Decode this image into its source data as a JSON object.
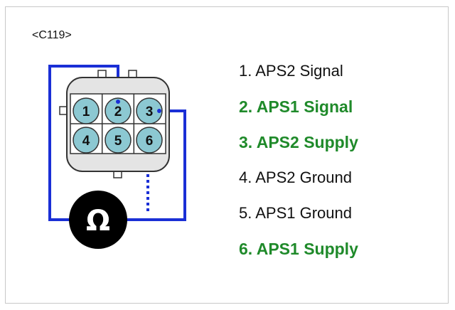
{
  "connector": {
    "label": "<C119>"
  },
  "meter": {
    "symbol": "Ω",
    "icon": "ohmmeter-icon"
  },
  "pins": [
    {
      "number": "1",
      "text": "1. APS2 Signal",
      "highlighted": false
    },
    {
      "number": "2",
      "text": "2. APS1 Signal",
      "highlighted": true
    },
    {
      "number": "3",
      "text": "3. APS2 Supply",
      "highlighted": true
    },
    {
      "number": "4",
      "text": "4. APS2 Ground",
      "highlighted": false
    },
    {
      "number": "5",
      "text": "5. APS1 Ground",
      "highlighted": false
    },
    {
      "number": "6",
      "text": "6. APS1 Supply",
      "highlighted": true
    }
  ],
  "colors": {
    "highlight_text": "#1f8a2a",
    "normal_text": "#111111",
    "wire": "#1a2fd6",
    "pin_fill": "#8cc8d2",
    "connector_fill": "#e4e4e4",
    "meter_fill": "#000000"
  }
}
